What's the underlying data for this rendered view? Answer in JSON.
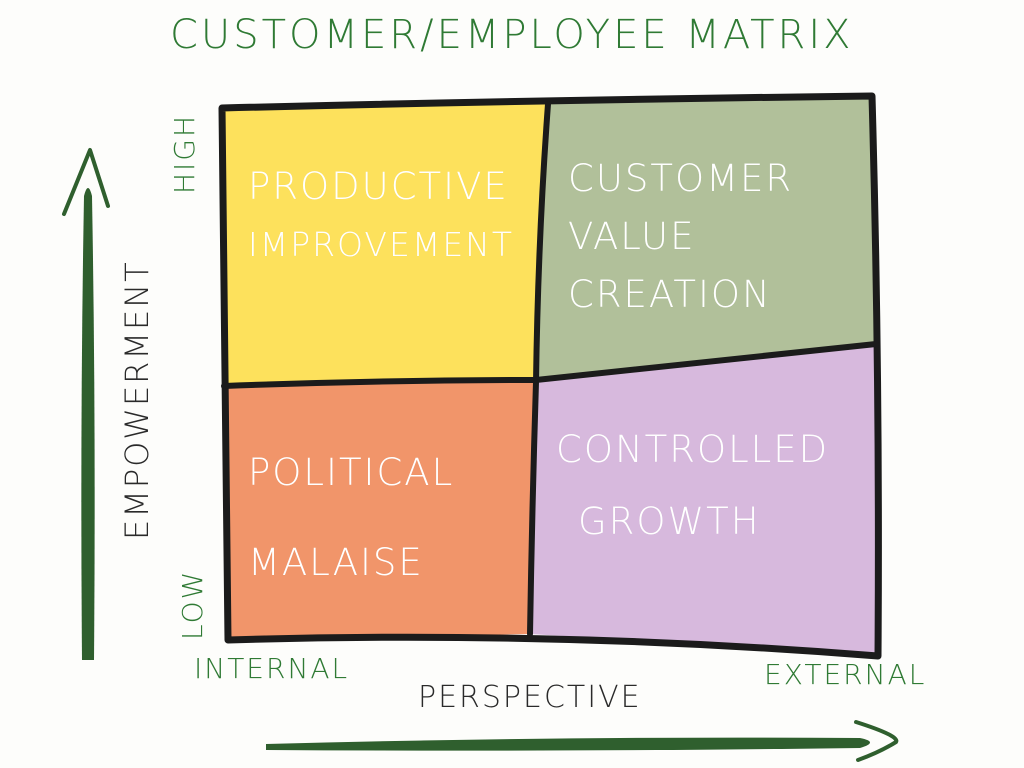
{
  "title": "CUSTOMER/EMPLOYEE MATRIX",
  "y_axis": {
    "label": "EMPOWERMENT",
    "high": "HIGH",
    "low": "LOW"
  },
  "x_axis": {
    "label": "PERSPECTIVE",
    "low": "INTERNAL",
    "high": "EXTERNAL"
  },
  "quadrants": {
    "top_left": {
      "lines": [
        "PRODUCTIVE",
        "IMPROVEMENT"
      ],
      "color": "#fde15c"
    },
    "top_right": {
      "lines": [
        "CUSTOMER",
        "VALUE",
        "CREATION"
      ],
      "color": "#a9b98f"
    },
    "bottom_left": {
      "lines": [
        "POLITICAL",
        "MALAISE"
      ],
      "color": "#f1956a"
    },
    "bottom_right": {
      "lines": [
        "CONTROLLED",
        "GROWTH"
      ],
      "color": "#d7b9dd"
    }
  },
  "colors": {
    "arrow": "#2f5f2e",
    "title": "#2f7a34",
    "outline": "#1b1b1b"
  }
}
